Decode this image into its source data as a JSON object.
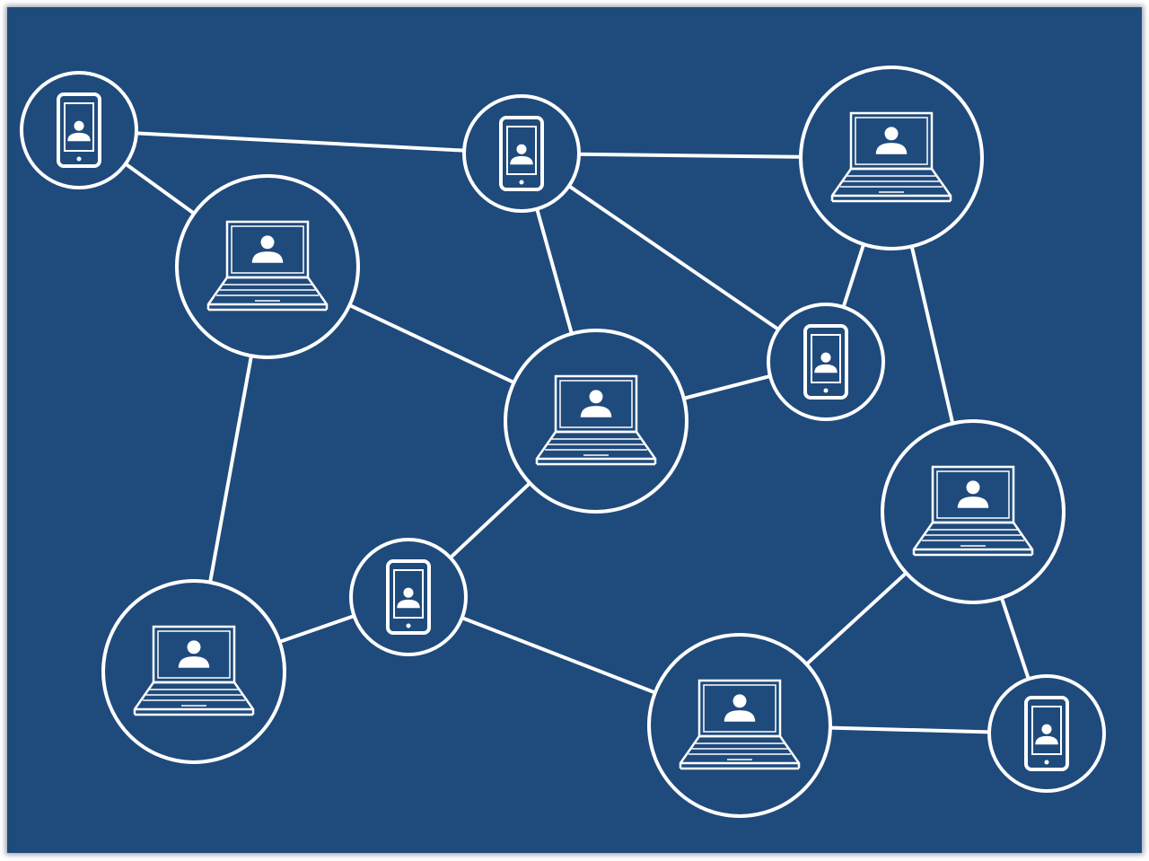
{
  "colors": {
    "background": "#1f4a7c",
    "stroke": "#ffffff",
    "frame_shadow": "#9aa3ad"
  },
  "nodes": [
    {
      "id": "phone-top-left",
      "type": "smartphone",
      "icon": "smartphone-icon"
    },
    {
      "id": "phone-top-center",
      "type": "smartphone",
      "icon": "smartphone-icon"
    },
    {
      "id": "laptop-top-right",
      "type": "laptop",
      "icon": "laptop-icon"
    },
    {
      "id": "laptop-upper-left",
      "type": "laptop",
      "icon": "laptop-icon"
    },
    {
      "id": "laptop-center",
      "type": "laptop",
      "icon": "laptop-icon"
    },
    {
      "id": "phone-right-middle",
      "type": "smartphone",
      "icon": "smartphone-icon"
    },
    {
      "id": "laptop-right",
      "type": "laptop",
      "icon": "laptop-icon"
    },
    {
      "id": "phone-lower-center",
      "type": "smartphone",
      "icon": "smartphone-icon"
    },
    {
      "id": "laptop-bottom-left",
      "type": "laptop",
      "icon": "laptop-icon"
    },
    {
      "id": "laptop-bottom-center",
      "type": "laptop",
      "icon": "laptop-icon"
    },
    {
      "id": "phone-bottom-right",
      "type": "smartphone",
      "icon": "smartphone-icon"
    }
  ],
  "edges": [
    [
      "phone-top-left",
      "phone-top-center"
    ],
    [
      "phone-top-left",
      "laptop-upper-left"
    ],
    [
      "phone-top-center",
      "laptop-top-right"
    ],
    [
      "phone-top-center",
      "laptop-center"
    ],
    [
      "phone-top-center",
      "phone-right-middle"
    ],
    [
      "laptop-top-right",
      "phone-right-middle"
    ],
    [
      "laptop-top-right",
      "laptop-right"
    ],
    [
      "laptop-upper-left",
      "laptop-center"
    ],
    [
      "laptop-upper-left",
      "laptop-bottom-left"
    ],
    [
      "laptop-center",
      "phone-right-middle"
    ],
    [
      "laptop-center",
      "phone-lower-center"
    ],
    [
      "phone-lower-center",
      "laptop-bottom-left"
    ],
    [
      "phone-lower-center",
      "laptop-bottom-center"
    ],
    [
      "laptop-right",
      "laptop-bottom-center"
    ],
    [
      "laptop-right",
      "phone-bottom-right"
    ],
    [
      "laptop-bottom-center",
      "phone-bottom-right"
    ]
  ]
}
